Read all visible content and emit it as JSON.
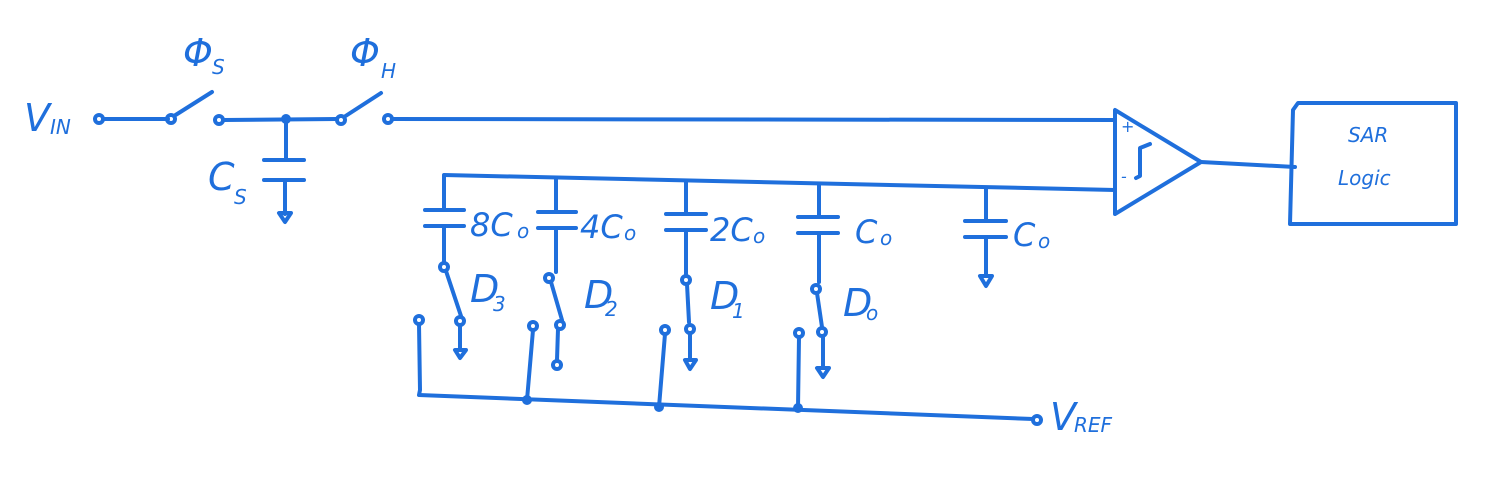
{
  "input": {
    "label": "V",
    "sub": "IN"
  },
  "sample_switch": {
    "symbol": "Φ",
    "sub": "S"
  },
  "hold_switch": {
    "symbol": "Φ",
    "sub": "H"
  },
  "sample_cap": {
    "label": "C",
    "sub": "S"
  },
  "cap_array": [
    {
      "label": "8C",
      "sub": "o",
      "switch_label": "D",
      "switch_sub": "3"
    },
    {
      "label": "4C",
      "sub": "o",
      "switch_label": "D",
      "switch_sub": "2"
    },
    {
      "label": "2C",
      "sub": "o",
      "switch_label": "D",
      "switch_sub": "1"
    },
    {
      "label": "C",
      "sub": "o",
      "switch_label": "D",
      "switch_sub": "o"
    },
    {
      "label": "C",
      "sub": "o"
    }
  ],
  "comparator": {
    "plus": "+",
    "minus": "-"
  },
  "sar_block": {
    "line1": "SAR",
    "line2": "Logic"
  },
  "reference": {
    "label": "V",
    "sub": "REF"
  }
}
